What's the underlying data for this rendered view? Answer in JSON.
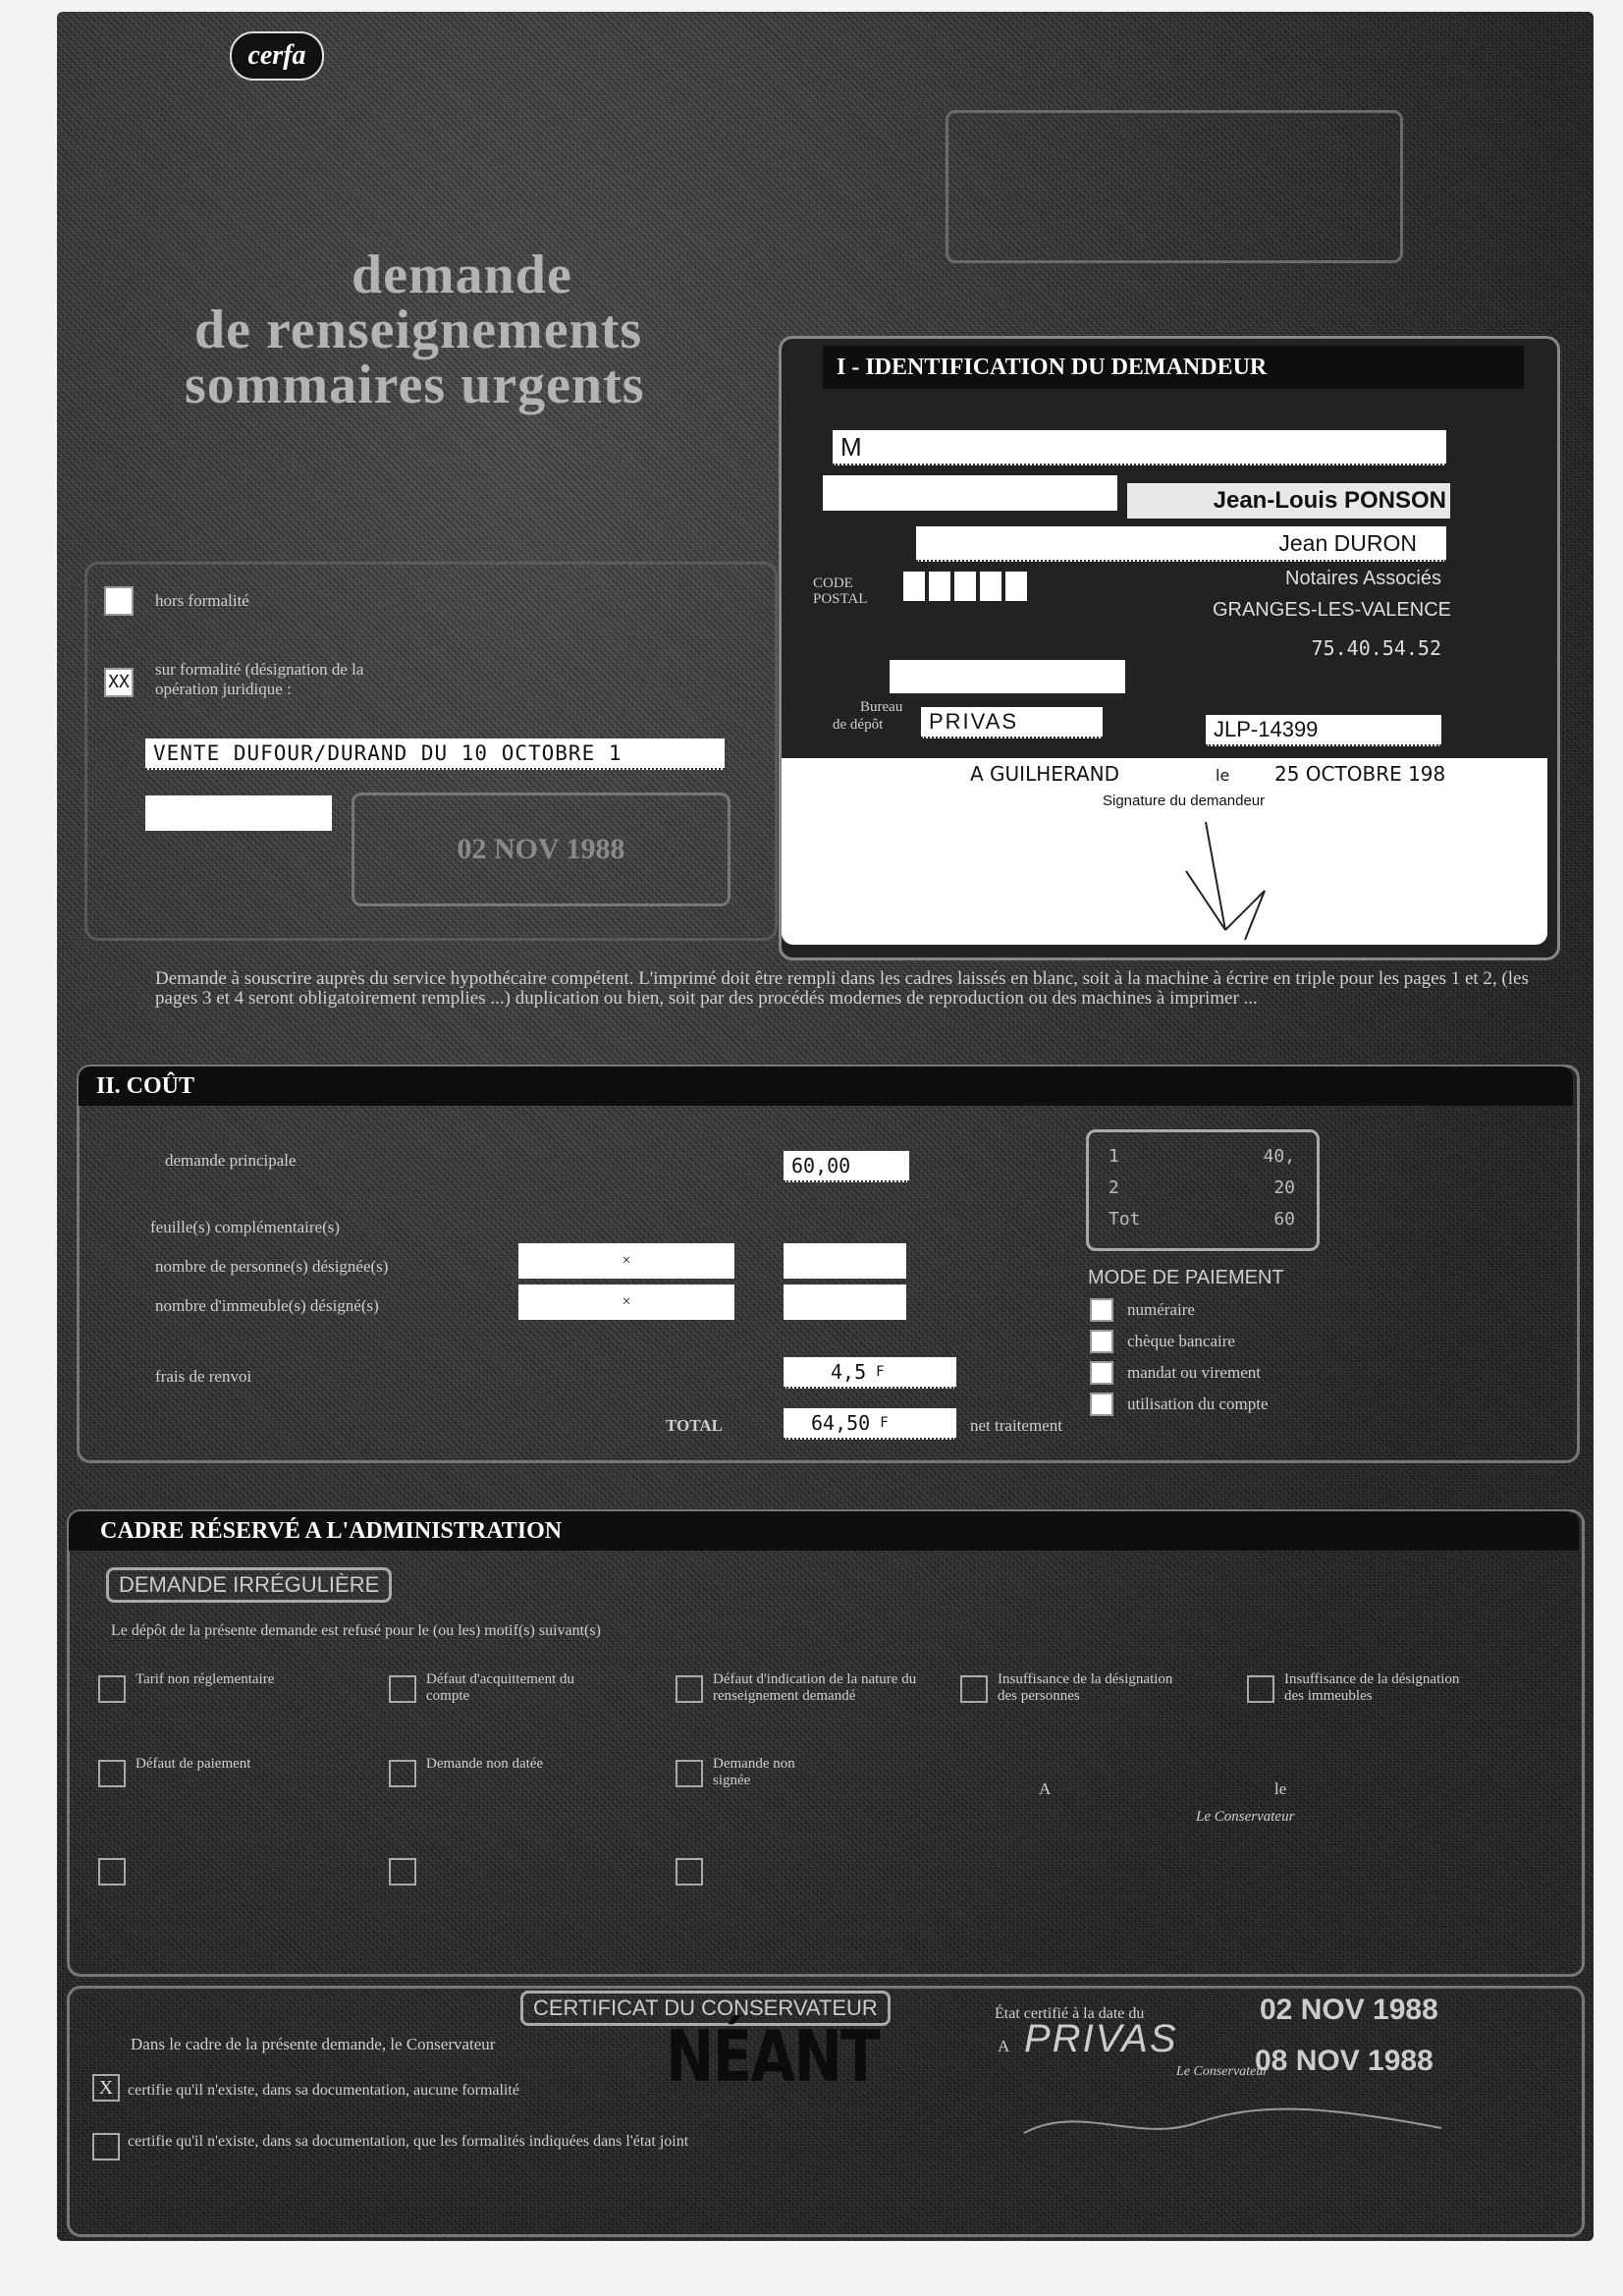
{
  "header": {
    "logo": "cerfa",
    "title_line1": "demande",
    "title_line2": "de renseignements",
    "title_line3": "sommaires urgents"
  },
  "left_box": {
    "option1": "hors formalité",
    "option2": "sur formalité (désignation de la",
    "option2_line2": "opération juridique :",
    "option2_mark": "XX",
    "operation_value": "VENTE DUFOUR/DURAND DU 10 OCTOBRE 1",
    "stamp_date": "02 NOV 1988"
  },
  "identification": {
    "title": "I - IDENTIFICATION DU DEMANDEUR",
    "m_label": "M",
    "name1": "Jean-Louis PONSON",
    "name2": "Jean DURON",
    "line3": "Notaires Associés",
    "code_postal_label": "CODE POSTAL",
    "city": "GRANGES-LES-VALENCE",
    "phone": "75.40.54.52",
    "bureau_label": "Bureau",
    "depot_label": "de dépôt",
    "depot_value": "PRIVAS",
    "ref_value": "JLP-14399",
    "place": "A GUILHERAND",
    "le_label": "le",
    "date_signed": "25 OCTOBRE 198",
    "signature_label": "Signature du demandeur"
  },
  "instructions": "Demande à souscrire auprès du service hypothécaire compétent. L'imprimé doit être rempli dans les cadres laissés en blanc, soit à la machine à écrire en triple pour les pages 1 et 2, (les pages 3 et 4 seront obligatoirement remplies ...) duplication ou bien, soit par des procédés modernes de reproduction ou des machines à imprimer ...",
  "cost": {
    "title": "II. COÛT",
    "demande_principale_label": "demande principale",
    "demande_principale_value": "60,00",
    "feuilles_label": "feuille(s) complémentaire(s)",
    "personnes_label": "nombre de personne(s) désignée(s)",
    "immeubles_label": "nombre d'immeuble(s) désigné(s)",
    "mult_sign": "×",
    "frais_label": "frais de renvoi",
    "frais_value": "4,5",
    "currency": "F",
    "total_label": "TOTAL",
    "total_value": "64,50",
    "total_note": "net traitement",
    "stamp_values": [
      "40,",
      "20",
      "60"
    ],
    "stamp_labels": [
      "1",
      "2",
      "Tot"
    ],
    "mode_title": "MODE DE PAIEMENT",
    "modes": [
      "numéraire",
      "chèque bancaire",
      "mandat ou virement",
      "utilisation du compte"
    ]
  },
  "admin": {
    "title": "CADRE RÉSERVÉ A L'ADMINISTRATION",
    "irregular_title": "DEMANDE IRRÉGULIÈRE",
    "irregular_text": "Le dépôt de la présente demande est refusé pour le (ou les) motif(s) suivant(s)",
    "reasons": [
      "Tarif non réglementaire",
      "Défaut d'acquittement du compte",
      "Défaut d'indication de la nature du renseignement demandé",
      "Insuffisance de la désignation des personnes",
      "Insuffisance de la désignation des immeubles",
      "Défaut de paiement",
      "Demande non datée",
      "Demande non signée"
    ],
    "a_label": "A",
    "le_label": "le",
    "conservateur_label": "Le Conservateur"
  },
  "certificate": {
    "title": "CERTIFICAT DU CONSERVATEUR",
    "etat_label": "État certifié à la date du",
    "etat_date": "02 NOV 1988",
    "a_label": "A",
    "place": "PRIVAS",
    "stamp_date": "08 NOV 1988",
    "conservateur_label": "Le Conservateur",
    "intro": "Dans le cadre de la présente demande, le Conservateur",
    "neant": "NÉANT",
    "option1": "certifie qu'il n'existe, dans sa documentation, aucune formalité",
    "option2": "certifie qu'il n'existe, dans sa documentation, que les formalités indiquées dans l'état joint",
    "option1_mark": "X"
  }
}
